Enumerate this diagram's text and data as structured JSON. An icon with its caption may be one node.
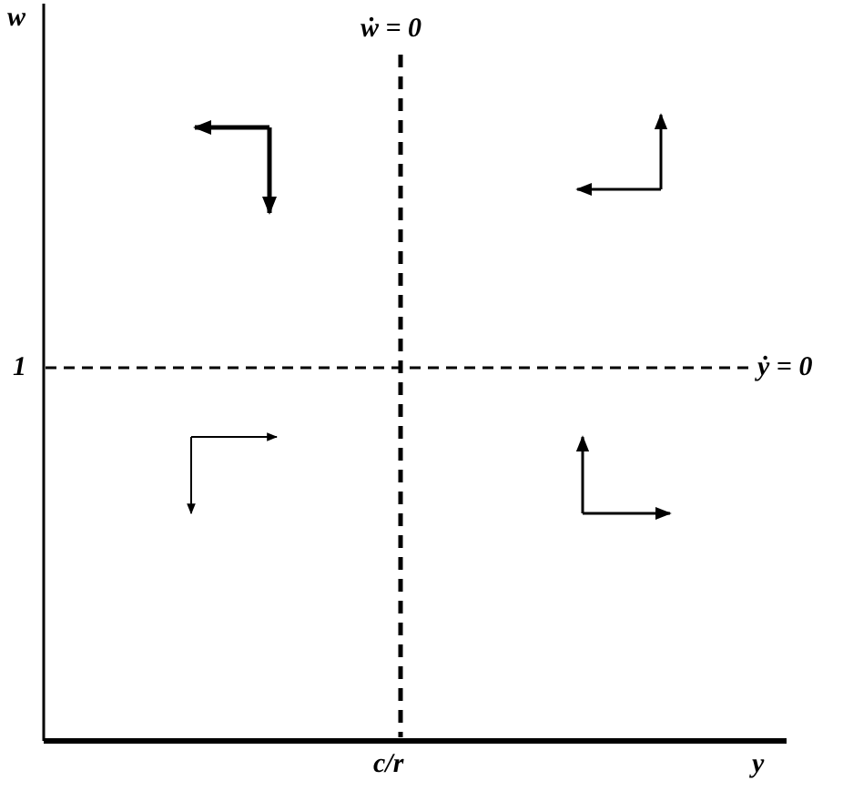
{
  "diagram": {
    "labels": [
      "w",
      "ẇ = 0",
      "1",
      "ẏ = 0",
      "c/r",
      "y"
    ]
  }
}
